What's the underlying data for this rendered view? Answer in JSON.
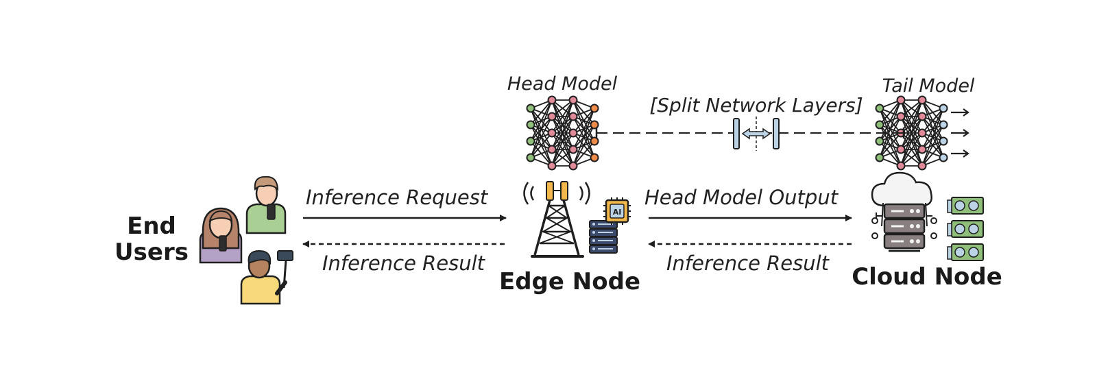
{
  "end_users": {
    "line1": "End",
    "line2": "Users"
  },
  "edge_node": {
    "label": "Edge Node",
    "chip_text": "AI"
  },
  "cloud_node": {
    "label": "Cloud Node"
  },
  "head_model": {
    "label": "Head Model"
  },
  "tail_model": {
    "label": "Tail Model"
  },
  "split_layers": {
    "label": "[Split Network Layers]"
  },
  "arrows": {
    "inference_request": "Inference Request",
    "inference_result_left": "Inference Result",
    "head_model_output": "Head Model Output",
    "inference_result_right": "Inference Result"
  },
  "colors": {
    "ink": "#1f1f1f",
    "node_pink": "#e08a9a",
    "node_green": "#8fbf7a",
    "node_orange": "#f08a4b",
    "node_blue": "#bcd3e6",
    "node_yellow": "#f2b84b",
    "server_gray": "#8a7f80",
    "gpu_green": "#8fbf7a",
    "person_purple": "#b4a1c6",
    "person_green": "#a9cf95",
    "person_yellow": "#f7d97a"
  }
}
